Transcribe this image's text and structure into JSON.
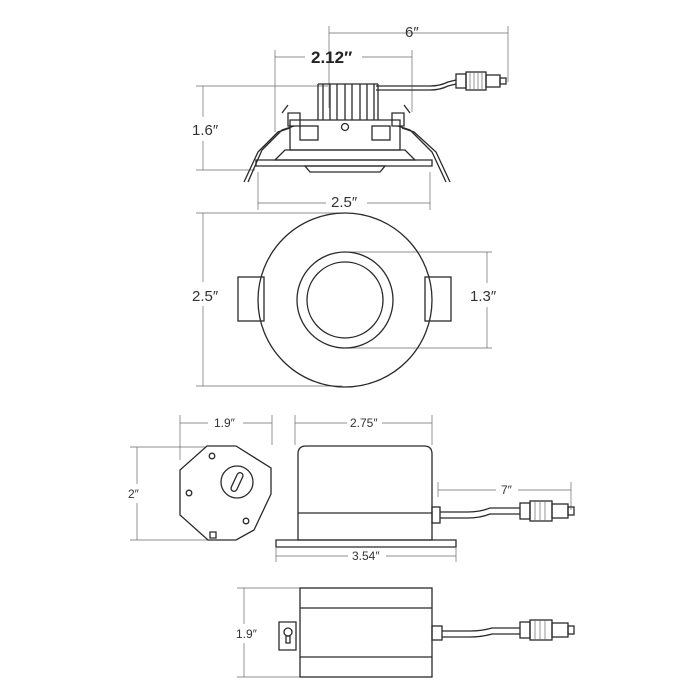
{
  "dimensions": {
    "top_width_overall": "6″",
    "top_width_body": "2.12″",
    "top_height": "1.6″",
    "top_flange_width": "2.5″",
    "front_height": "2.5″",
    "front_aperture": "1.3″",
    "jbox_width": "1.9″",
    "jbox_height": "2″",
    "driver_top_width": "2.75″",
    "driver_cable": "7″",
    "driver_base_width": "3.54″",
    "driver_height": "1.9″"
  },
  "colors": {
    "stroke": "#2a2a2a",
    "dimension": "#6a6a6a",
    "text": "#333333"
  }
}
